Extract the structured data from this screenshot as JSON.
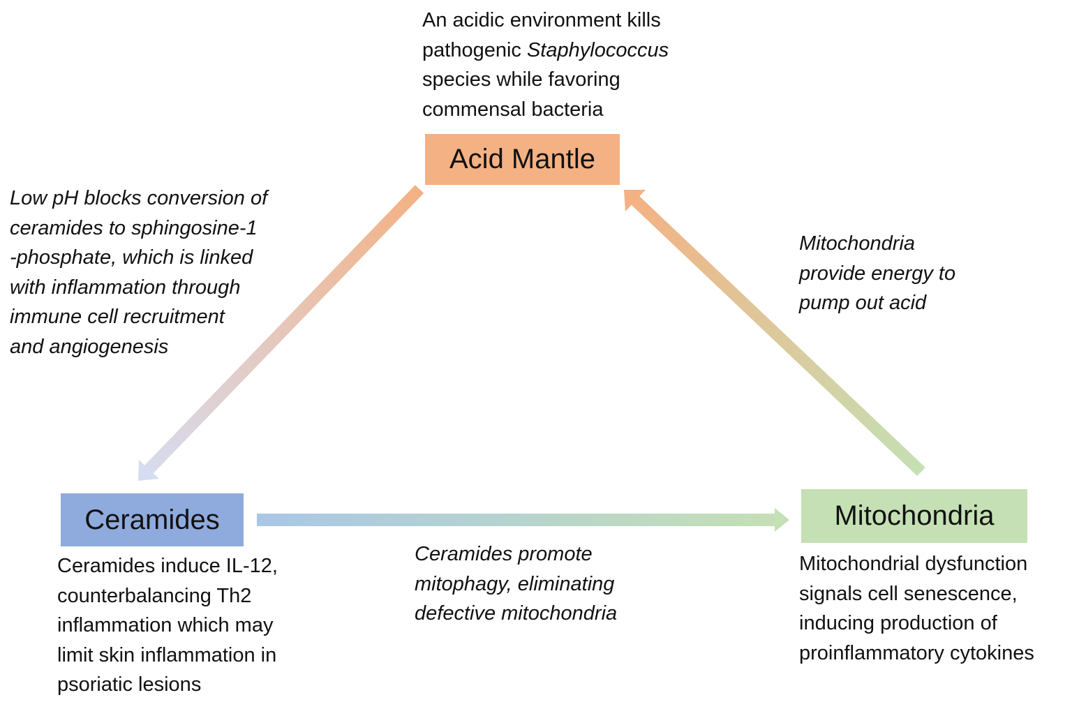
{
  "nodes": {
    "acid_mantle": {
      "label": "Acid Mantle",
      "color": "#f4b183"
    },
    "ceramides": {
      "label": "Ceramides",
      "color": "#8faadc"
    },
    "mitochondria": {
      "label": "Mitochondria",
      "color": "#c5e0b4"
    }
  },
  "descriptions": {
    "acid_mantle": {
      "pre": "An acidic environment kills\npathogenic ",
      "italic": "Staphylococcus",
      "post": "\nspecies while favoring\ncommensal bacteria"
    },
    "ceramides": "Ceramides induce IL-12,\ncounterbalancing Th2\ninflammation which may\nlimit skin inflammation in\npsoriatic lesions",
    "mitochondria": "Mitochondrial dysfunction\nsignals cell senescence,\ninducing production of\nproinflammatory cytokines"
  },
  "edges": [
    {
      "from": "acid_mantle",
      "to": "ceramides",
      "label": "Low pH blocks conversion of\nceramides to sphingosine-1\n-phosphate, which is linked\nwith inflammation through\nimmune cell recruitment\nand angiogenesis",
      "color_start": "#f4b183",
      "color_end": "#d6ddf2"
    },
    {
      "from": "mitochondria",
      "to": "acid_mantle",
      "label": "Mitochondria\nprovide energy to\npump out acid",
      "color_start": "#c5e0b4",
      "color_end": "#f4b183"
    },
    {
      "from": "ceramides",
      "to": "mitochondria",
      "label": "Ceramides promote\nmitophagy, eliminating\ndefective mitochondria",
      "color_start": "#a9c7e6",
      "color_end": "#c5e0b4"
    }
  ]
}
